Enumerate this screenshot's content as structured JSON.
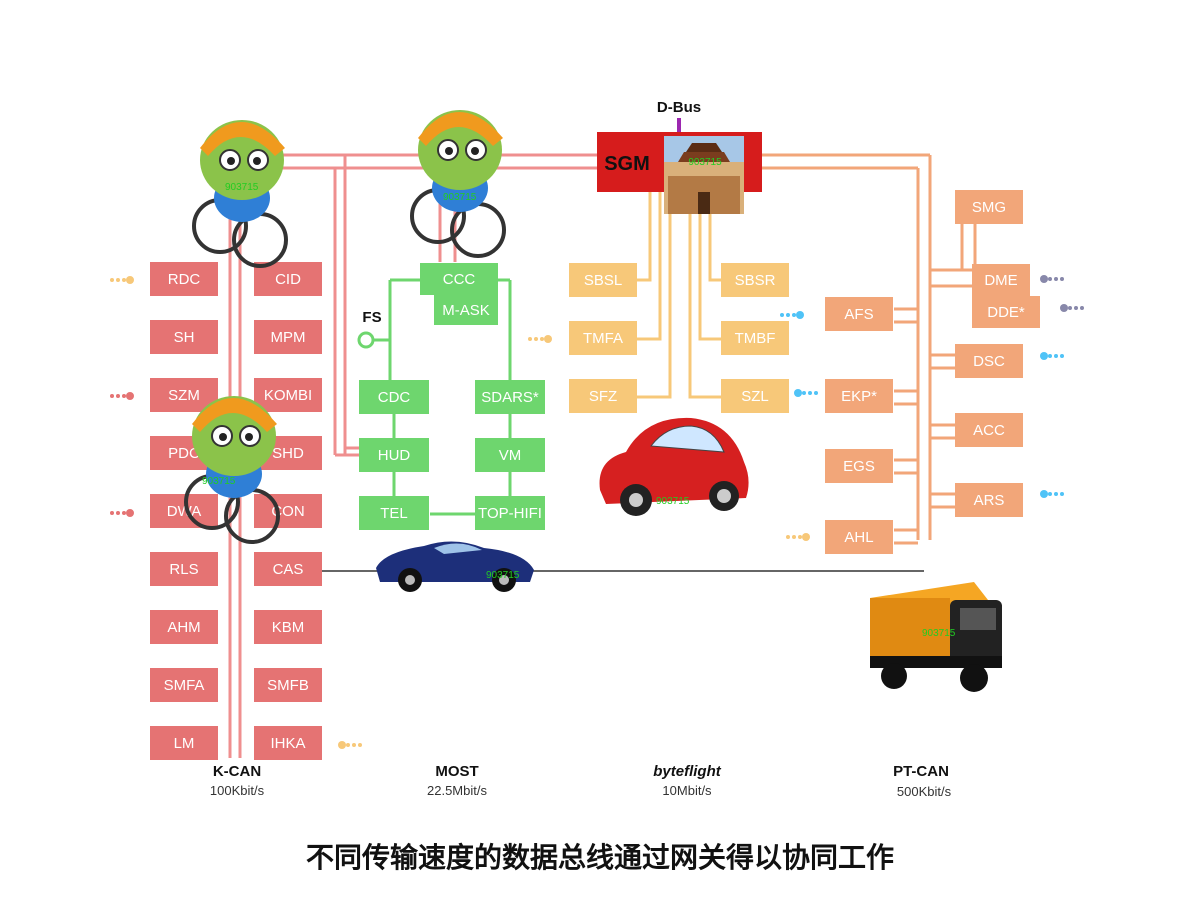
{
  "kcan": {
    "left": [
      "RDC",
      "SH",
      "SZM",
      "PDC",
      "DWA",
      "RLS",
      "AHM",
      "SMFA",
      "LM"
    ],
    "right": [
      "CID",
      "MPM",
      "KOMBI",
      "SHD",
      "CON",
      "CAS",
      "KBM",
      "SMFB",
      "IHKA"
    ],
    "name": "K-CAN",
    "speed": "100Kbit/s"
  },
  "most": {
    "ccc": "CCC",
    "mask": "M-ASK",
    "fs": "FS",
    "left": [
      "CDC",
      "HUD",
      "TEL"
    ],
    "right": [
      "SDARS*",
      "VM",
      "TOP-HIFI"
    ],
    "name": "MOST",
    "speed": "22.5Mbit/s"
  },
  "byteflight": {
    "left": [
      "SBSL",
      "TMFA",
      "SFZ"
    ],
    "right": [
      "SBSR",
      "TMBF",
      "SZL"
    ],
    "name": "byteflight",
    "speed": "10Mbit/s"
  },
  "ptcan": {
    "smg": "SMG",
    "dme": "DME",
    "dde": "DDE*",
    "left": [
      "AFS",
      "EKP*",
      "EGS",
      "AHL"
    ],
    "right": [
      "DSC",
      "ACC",
      "ARS"
    ],
    "name": "PT-CAN",
    "speed": "500Kbit/s"
  },
  "gateway": {
    "label": "SGM",
    "dbus": "D-Bus"
  },
  "watermark": "903715",
  "caption": "不同传输速度的数据总线通过网关得以协同工作",
  "colors": {
    "kcan": "#e57373",
    "kcan_line": "#ef8f8f",
    "most": "#6ed66e",
    "byteflight": "#f7c879",
    "ptcan": "#f2a679",
    "gateway": "#d61c1c",
    "dbus": "#9c27b0"
  }
}
